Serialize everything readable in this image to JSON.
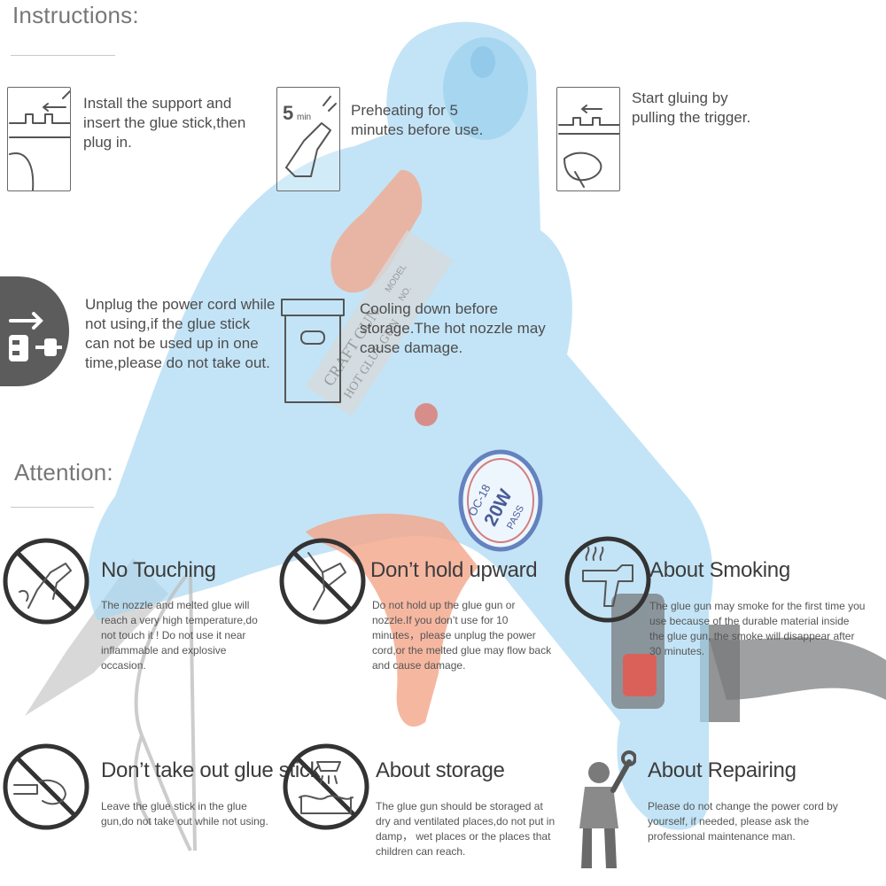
{
  "instructions": {
    "heading": "Instructions:",
    "steps": [
      {
        "icon": "install-support-icon",
        "text": "Install the support and insert the glue stick,then plug in."
      },
      {
        "icon": "preheat-timer-icon",
        "icon_label": "5",
        "icon_unit": "min",
        "text": "Preheating for 5 minutes before use."
      },
      {
        "icon": "pull-trigger-icon",
        "text": "Start gluing by pulling the trigger."
      },
      {
        "icon": "unplug-icon",
        "text": "Unplug the power cord while not using,if the glue stick can not be used up in one time,please do not take out."
      },
      {
        "icon": "storage-box-icon",
        "text": "Cooling down before storage.The hot nozzle may cause damage."
      }
    ]
  },
  "attention": {
    "heading": "Attention:",
    "items": [
      {
        "icon": "no-touching-icon",
        "title": "No Touching",
        "text": "The nozzle and melted glue will reach a very high temperature,do not touch it ! Do not use it near inflammable and explosive occasion."
      },
      {
        "icon": "no-upward-icon",
        "title": "Don’t hold upward",
        "text": "Do not hold up the glue gun or nozzle.If you don’t use for 10 minutes，please unplug the power cord,or the melted glue may flow back and cause damage."
      },
      {
        "icon": "smoking-gun-icon",
        "title": "About Smoking",
        "text": "The glue gun may smoke for the first time you use because of the durable material inside the glue gun, the smoke will disappear after 30 minutes."
      },
      {
        "icon": "no-remove-stick-icon",
        "title": "Don’t take out glue stick",
        "text": "Leave the glue stick in the glue gun,do not take out while not using."
      },
      {
        "icon": "no-damp-icon",
        "title": "About storage",
        "text": "The glue gun should be storaged at dry and ventilated places,do not put in damp， wet places or the places that children can reach."
      },
      {
        "icon": "repair-man-icon",
        "title": "About Repairing",
        "text": "Please do not change the power cord by yourself, if needed, please ask the professional maintenance man."
      }
    ]
  },
  "product": {
    "label_line1": "CRAFT GUN",
    "label_line2": "HOT GLUE GUN",
    "label_model": "MODEL",
    "label_no": "NO.",
    "badge_model": "OC-18",
    "badge_power": "20W",
    "badge_pass": "PASS"
  },
  "colors": {
    "gun_body": "#a9d8f2",
    "trigger": "#f4a58a",
    "switch": "#e8584d",
    "cord": "#6f7174"
  }
}
